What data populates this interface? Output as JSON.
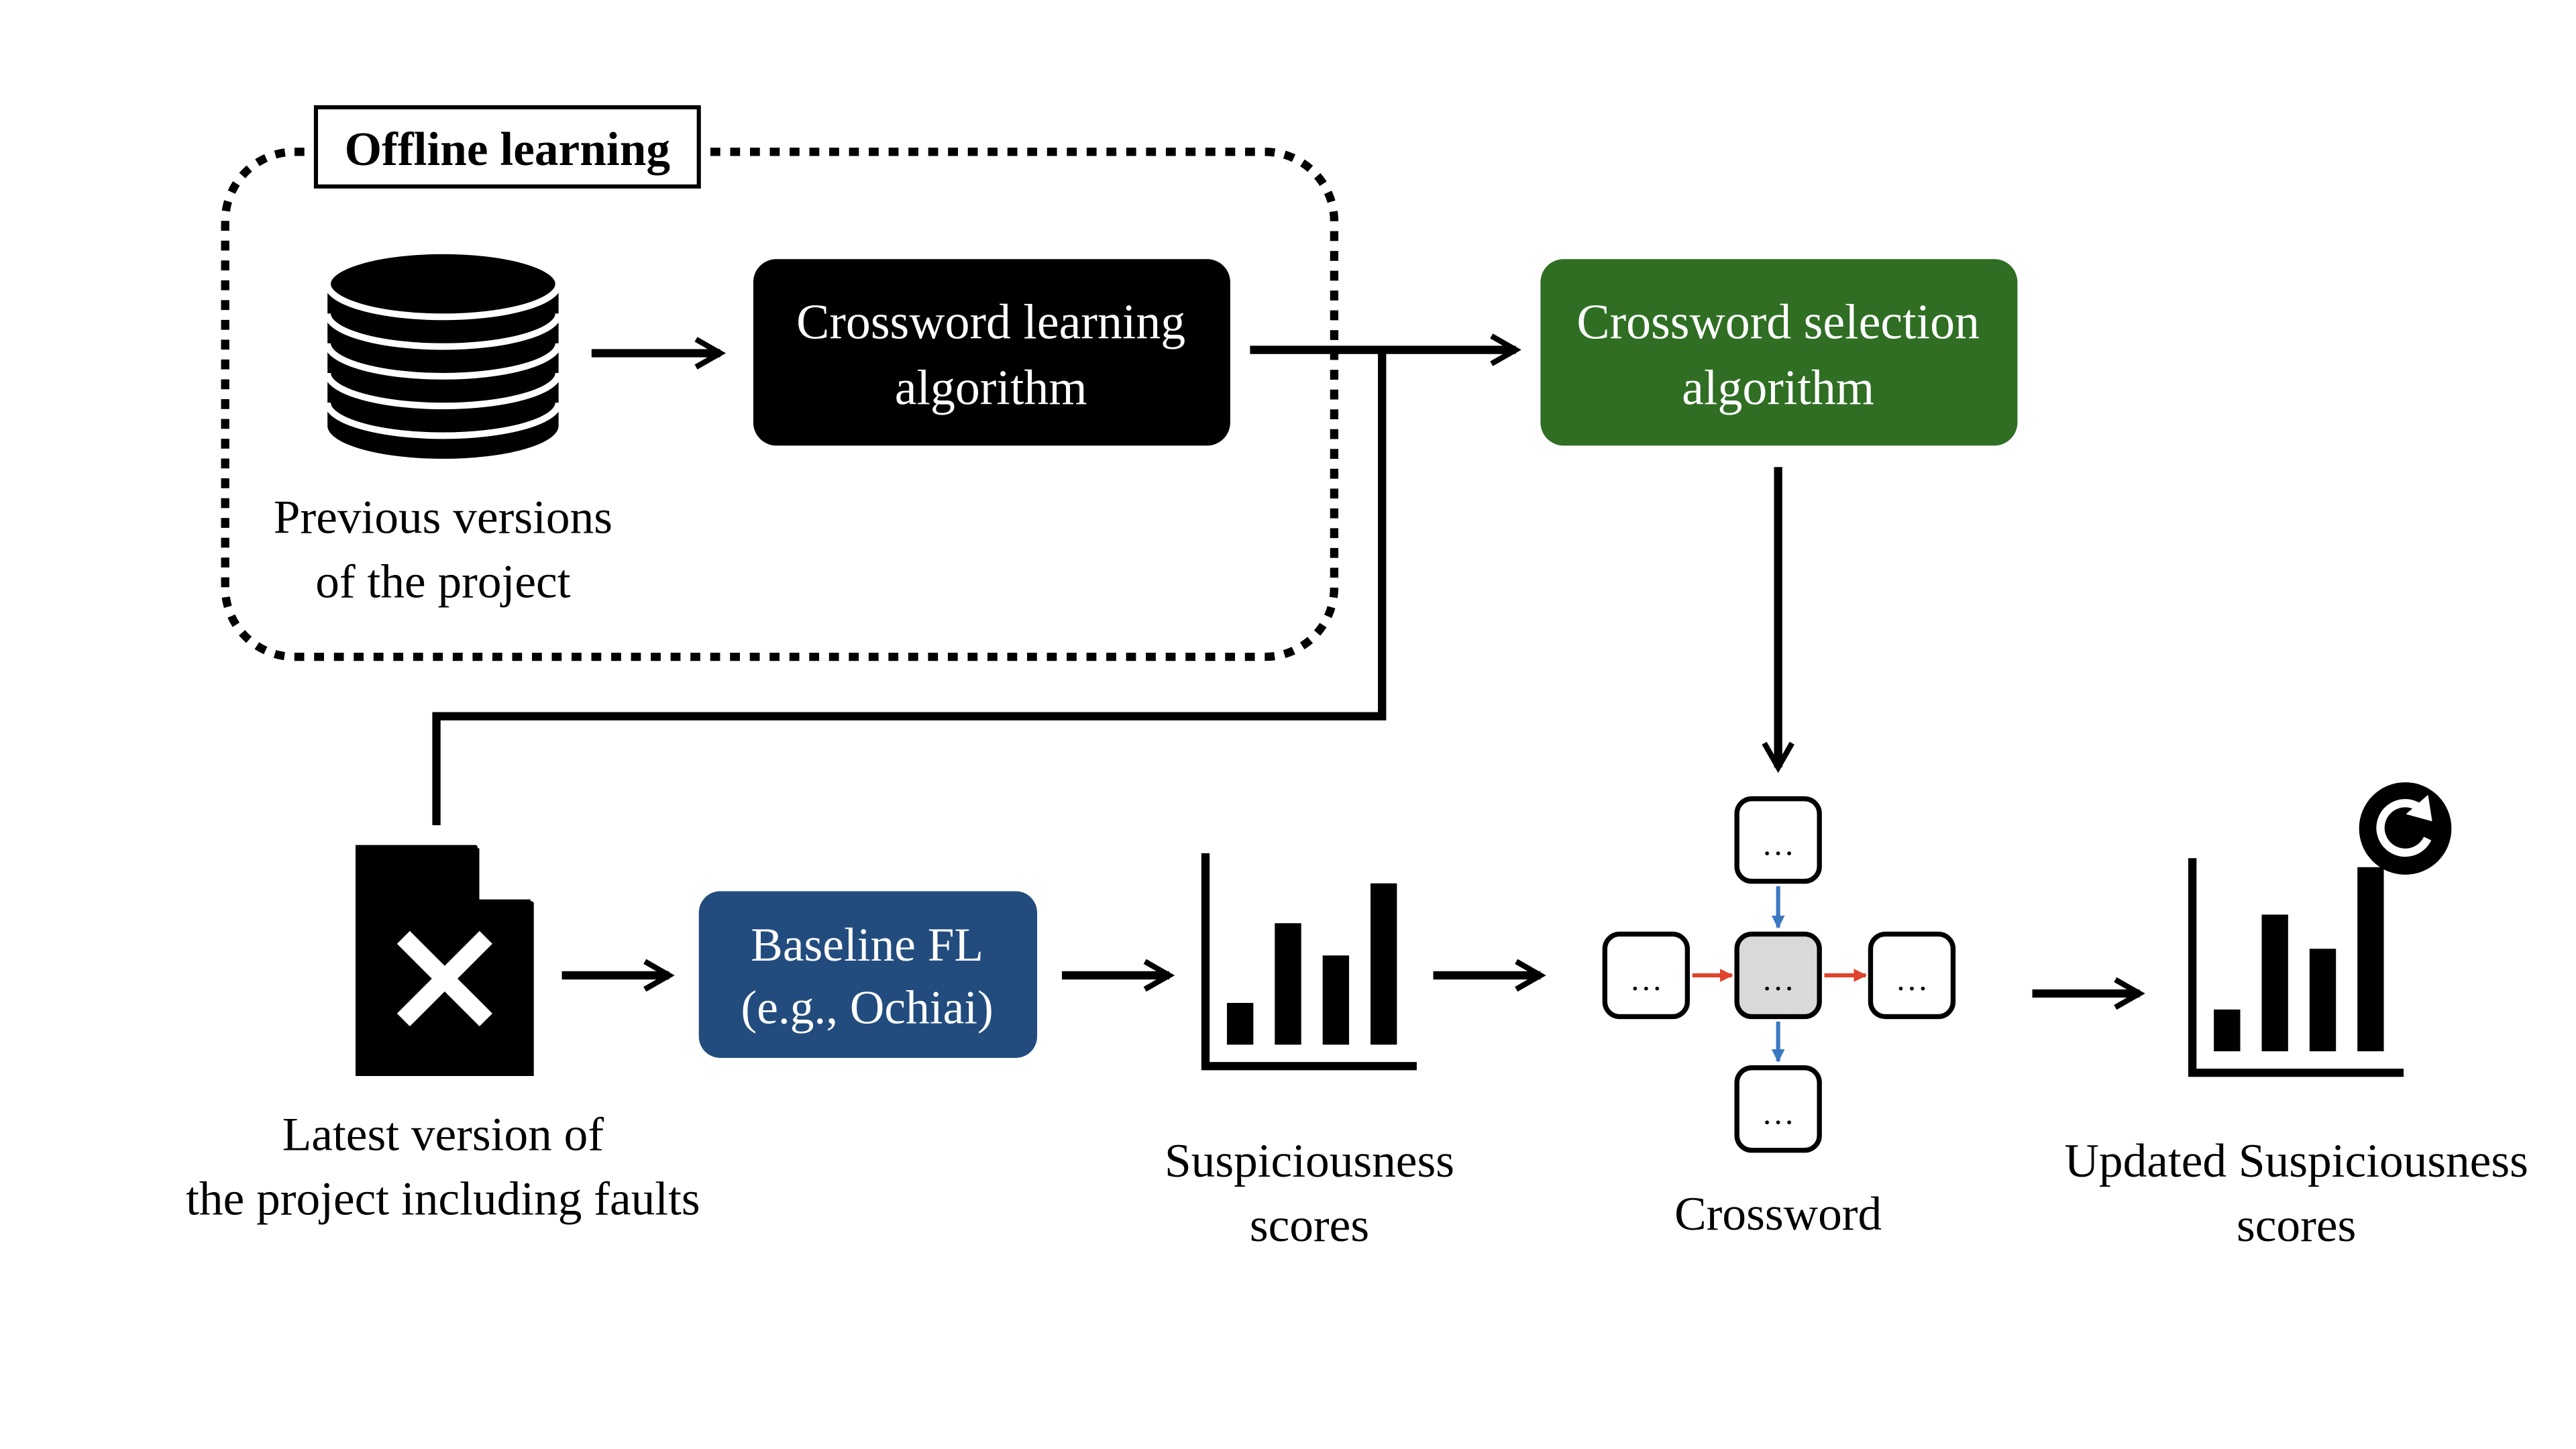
{
  "offline_learning": {
    "label": "Offline learning"
  },
  "database": {
    "icon": "database-icon",
    "caption_line1": "Previous versions",
    "caption_line2": "of the project"
  },
  "learning_algo": {
    "line1": "Crossword learning",
    "line2": "algorithm",
    "color": "#000000"
  },
  "selection_algo": {
    "line1": "Crossword selection",
    "line2": "algorithm",
    "color": "#2f6e23"
  },
  "latest_file": {
    "icon": "faulty-file-icon",
    "caption_line1": "Latest version of",
    "caption_line2": "the project including faults"
  },
  "baseline": {
    "line1": "Baseline FL",
    "line2": "(e.g., Ochiai)",
    "color": "#224c7d"
  },
  "scores_chart": {
    "icon": "bar-chart-icon",
    "caption_line1": "Suspiciousness",
    "caption_line2": "scores",
    "bars": [
      0.22,
      0.64,
      0.47,
      0.85
    ]
  },
  "crossword": {
    "caption": "Crossword",
    "cell_text": "…",
    "center_fill": "#d9d9d9",
    "horizontal_arrow_color": "#e0432b",
    "vertical_arrow_color": "#3b78c2"
  },
  "updated_chart": {
    "icon": "bar-chart-icon",
    "refresh_icon": "refresh-icon",
    "caption_line1": "Updated Suspiciousness",
    "caption_line2": "scores",
    "bars": [
      0.22,
      0.72,
      0.54,
      0.97
    ]
  }
}
